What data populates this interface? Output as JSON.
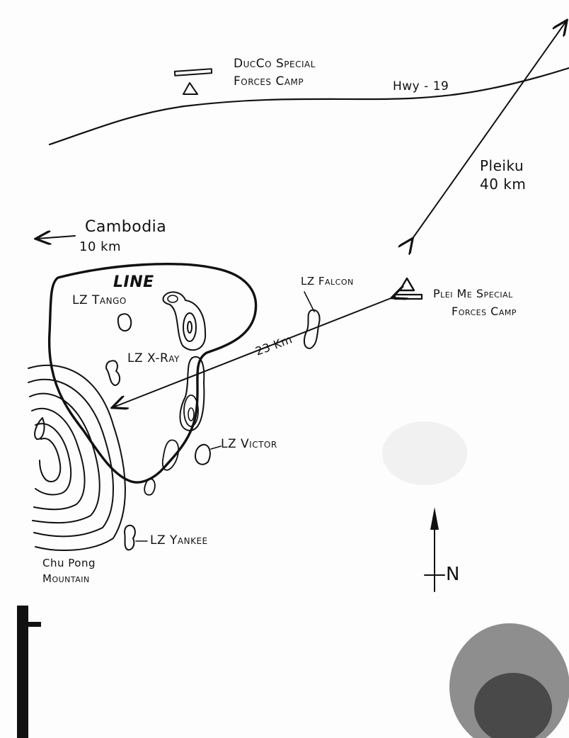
{
  "map": {
    "ducco_camp": {
      "line1": "DucCo Special",
      "line2": "Forces Camp"
    },
    "highway": "Hwy - 19",
    "pleiku": {
      "name": "Pleiku",
      "distance": "40 km"
    },
    "cambodia": {
      "name": "Cambodia",
      "distance": "10 km"
    },
    "boundary_label": "LINE",
    "landing_zones": {
      "tango": "LZ Tango",
      "xray": "LZ X-Ray",
      "falcon": "LZ Falcon",
      "victor": "LZ Victor",
      "yankee": "LZ Yankee"
    },
    "pleime_camp": {
      "line1": "Plei Me Special",
      "line2": "Forces Camp"
    },
    "distance_to_xray": "23 Km",
    "mountain": {
      "line1": "Chu Pong",
      "line2": "Mountain"
    },
    "north": "N"
  },
  "colors": {
    "ink": "#111111",
    "paper": "#fdfdfd"
  }
}
